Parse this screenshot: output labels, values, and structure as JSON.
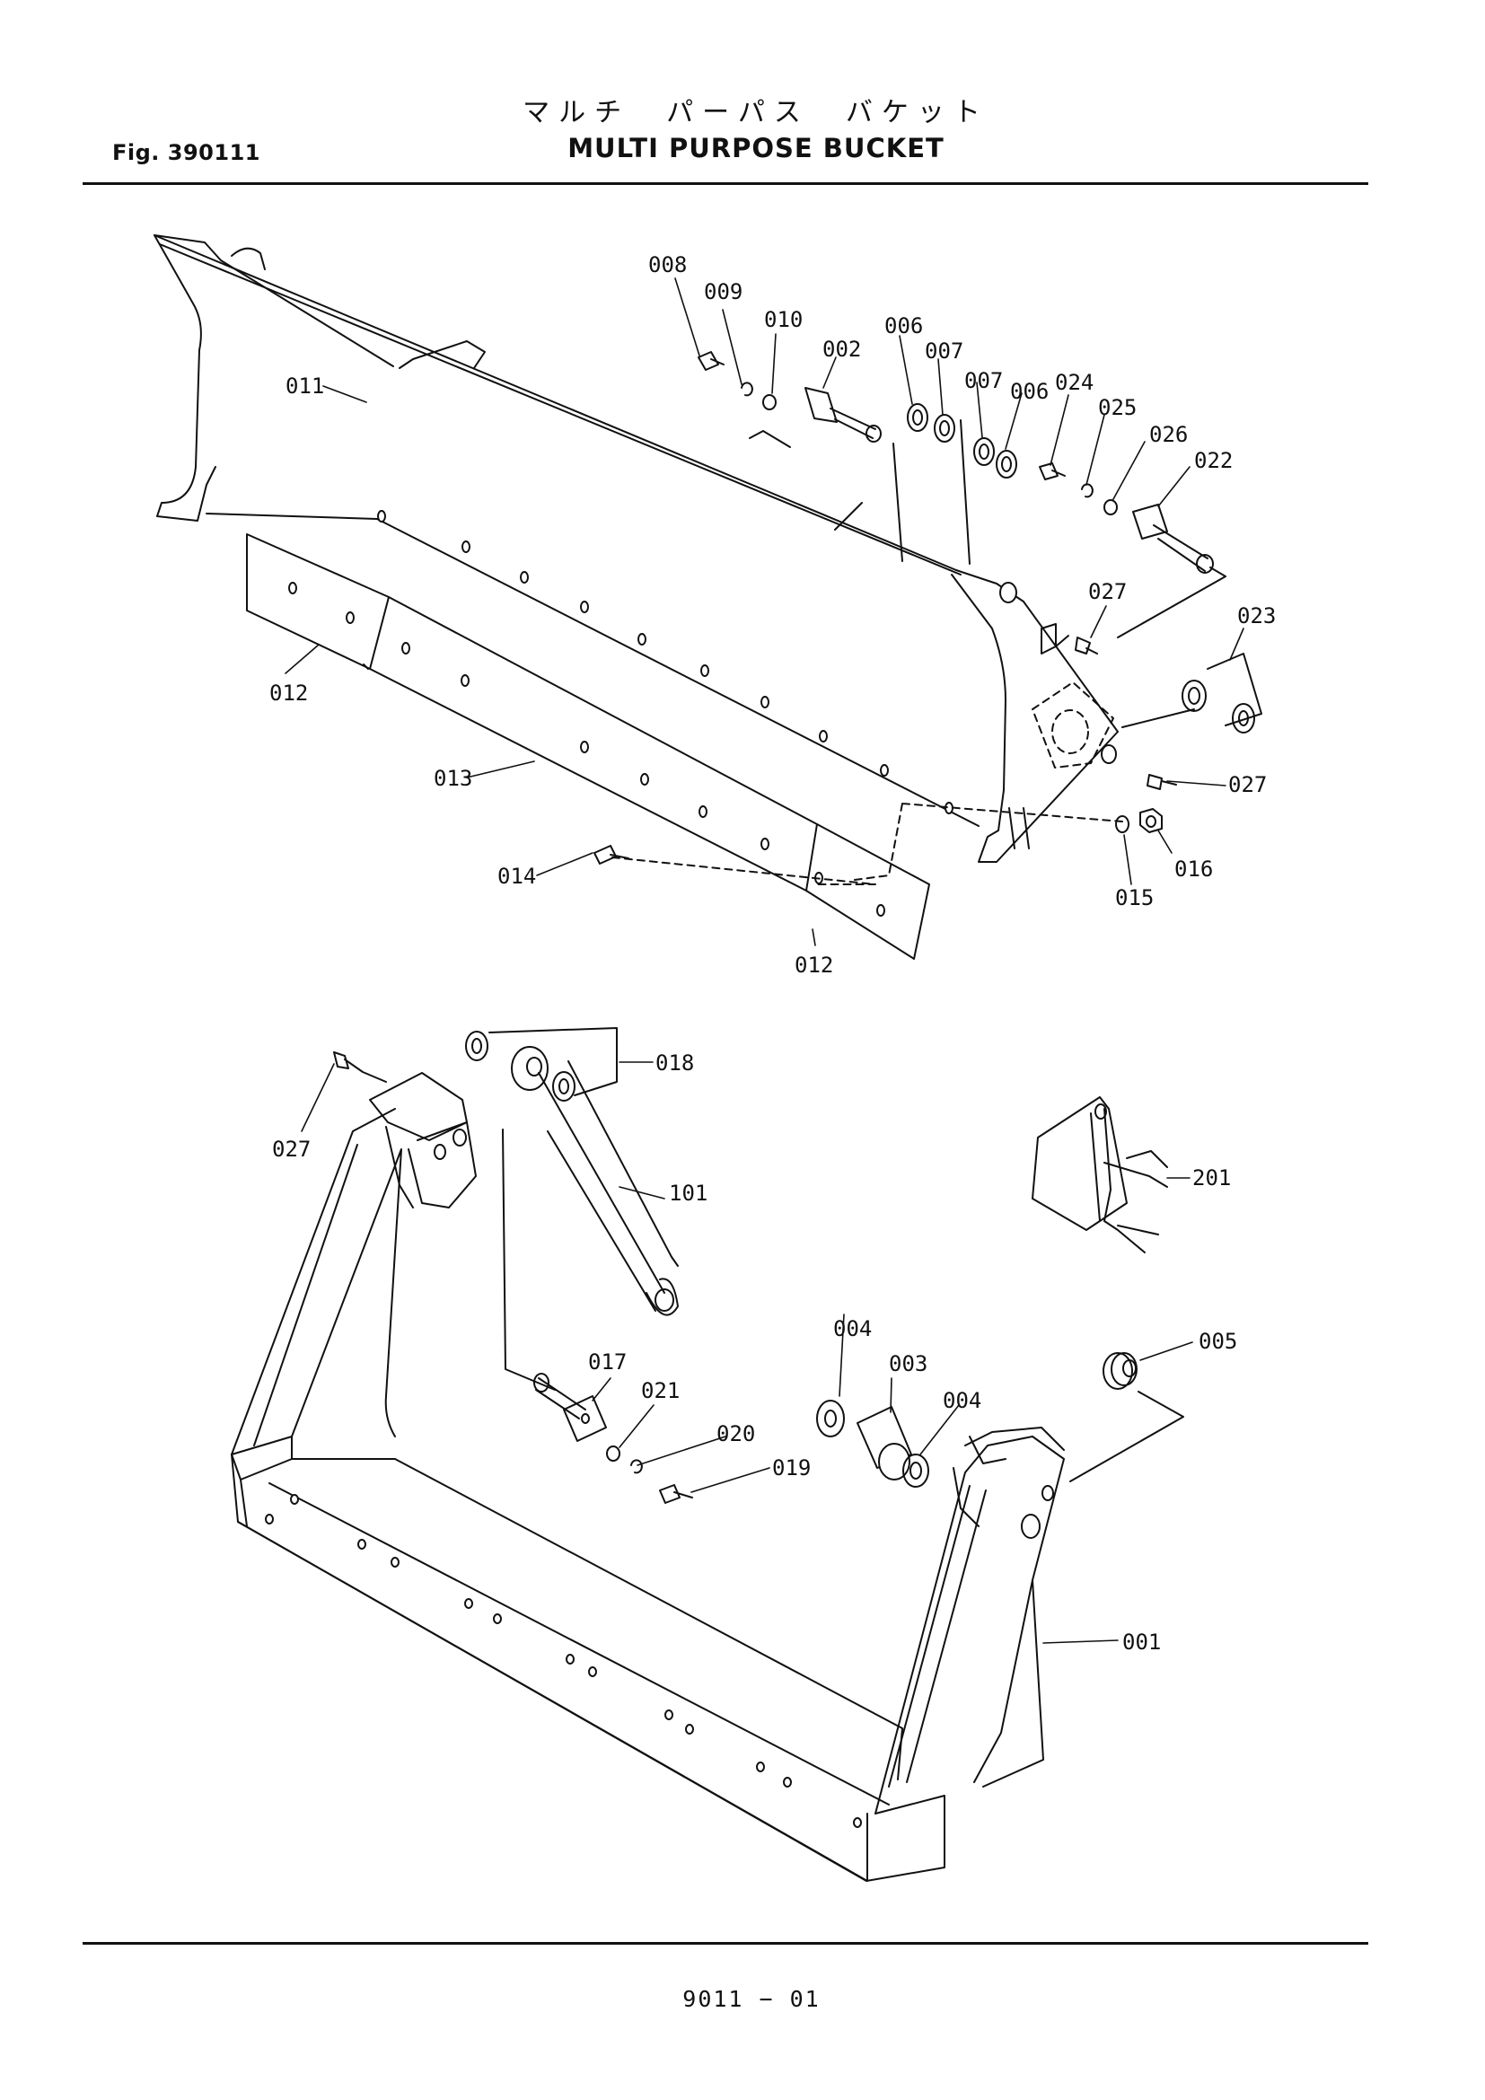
{
  "header": {
    "figure": "Fig. 390111",
    "title_jp": "マルチ　パーパス　バケット",
    "title_en": "MULTI PURPOSE BUCKET"
  },
  "footer": {
    "page": "9011 − 01"
  },
  "callouts": {
    "p001": "001",
    "p002": "002",
    "p003": "003",
    "p004a": "004",
    "p004b": "004",
    "p005": "005",
    "p006a": "006",
    "p006b": "006",
    "p007a": "007",
    "p007b": "007",
    "p008": "008",
    "p009": "009",
    "p010": "010",
    "p011": "011",
    "p012a": "012",
    "p012b": "012",
    "p013": "013",
    "p014": "014",
    "p015": "015",
    "p016": "016",
    "p017": "017",
    "p018": "018",
    "p019": "019",
    "p020": "020",
    "p021": "021",
    "p022": "022",
    "p023": "023",
    "p024": "024",
    "p025": "025",
    "p026": "026",
    "p027a": "027",
    "p027b": "027",
    "p027c": "027",
    "p101": "101",
    "p201": "201"
  }
}
